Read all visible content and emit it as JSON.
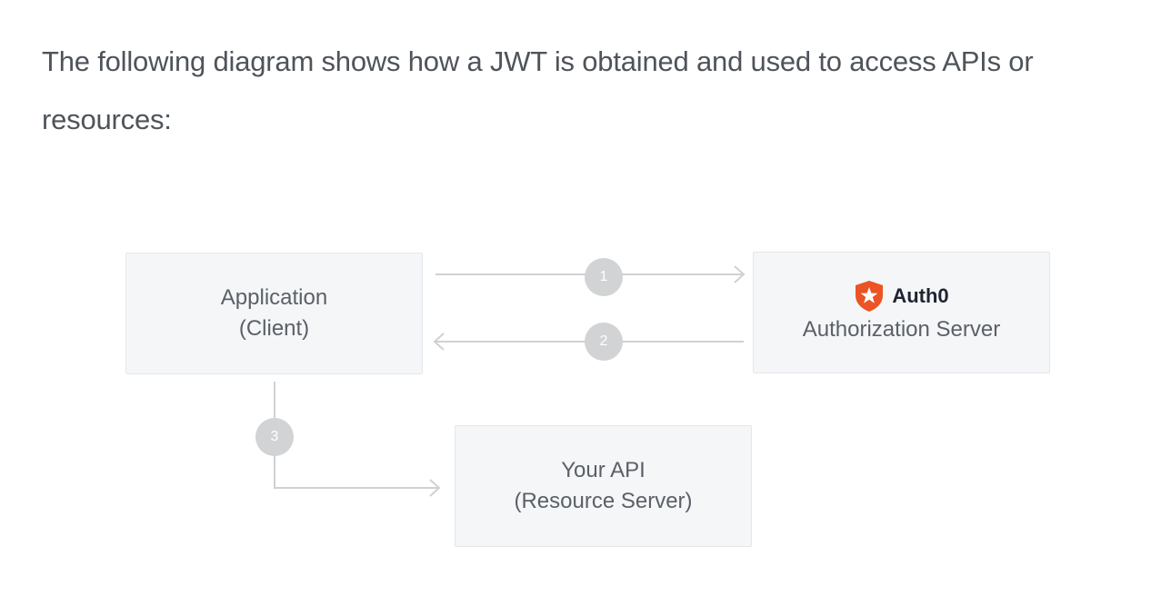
{
  "intro": {
    "text": "The following diagram shows how a JWT is obtained and used to access APIs or resources:"
  },
  "diagram": {
    "application": {
      "line1": "Application",
      "line2": "(Client)"
    },
    "authorization_server": {
      "brand_name": "Auth0",
      "brand_icon": "auth0-shield-icon",
      "label": "Authorization Server"
    },
    "api": {
      "line1": "Your API",
      "line2": "(Resource Server)"
    },
    "steps": [
      "1",
      "2",
      "3"
    ],
    "colors": {
      "box_fill": "#f5f6f8",
      "box_border": "#e4e6ea",
      "connector": "#cfd1d4",
      "badge": "#d2d3d5",
      "brand": "#eb5424"
    }
  }
}
